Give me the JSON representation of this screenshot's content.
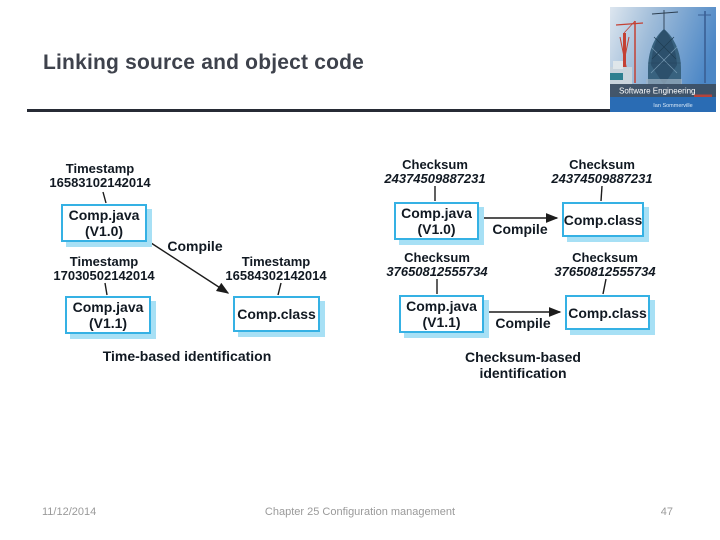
{
  "slide": {
    "title": "Linking source and object code",
    "footer": {
      "date": "11/12/2014",
      "chapter": "Chapter 25 Configuration management",
      "page_number": "47"
    }
  },
  "book_cover": {
    "title": "Software Engineering",
    "author": "Ian Sommerville"
  },
  "time_diagram": {
    "caption": "Time-based identification",
    "compile_label": "Compile",
    "v10": {
      "tag": "Timestamp",
      "value": "16583102142014",
      "name": "Comp.java",
      "version": "(V1.0)"
    },
    "v11": {
      "tag": "Timestamp",
      "value": "17030502142014",
      "name": "Comp.java",
      "version": "(V1.1)"
    },
    "out": {
      "tag": "Timestamp",
      "value": "16584302142014",
      "name": "Comp.class"
    }
  },
  "checksum_diagram": {
    "caption": "Checksum-based identification",
    "row1": {
      "compile_label": "Compile",
      "source": {
        "tag": "Checksum",
        "value": "24374509887231",
        "name": "Comp.java",
        "version": "(V1.0)"
      },
      "target": {
        "tag": "Checksum",
        "value": "24374509887231",
        "name": "Comp.class"
      }
    },
    "row2": {
      "compile_label": "Compile",
      "source": {
        "tag": "Checksum",
        "value": "37650812555734",
        "name": "Comp.java",
        "version": "(V1.1)"
      },
      "target": {
        "tag": "Checksum",
        "value": "37650812555734",
        "name": "Comp.class"
      }
    }
  },
  "colors": {
    "box_border": "#35b1e4",
    "box_shadow": "#a7e0f5",
    "diagram_text": "#111922",
    "line": "#1c1c1c",
    "title_text": "#3e424c",
    "rule": "#272b35",
    "footer_text": "#9a9a9a",
    "cover_band_blue": "#2a6cb4"
  }
}
